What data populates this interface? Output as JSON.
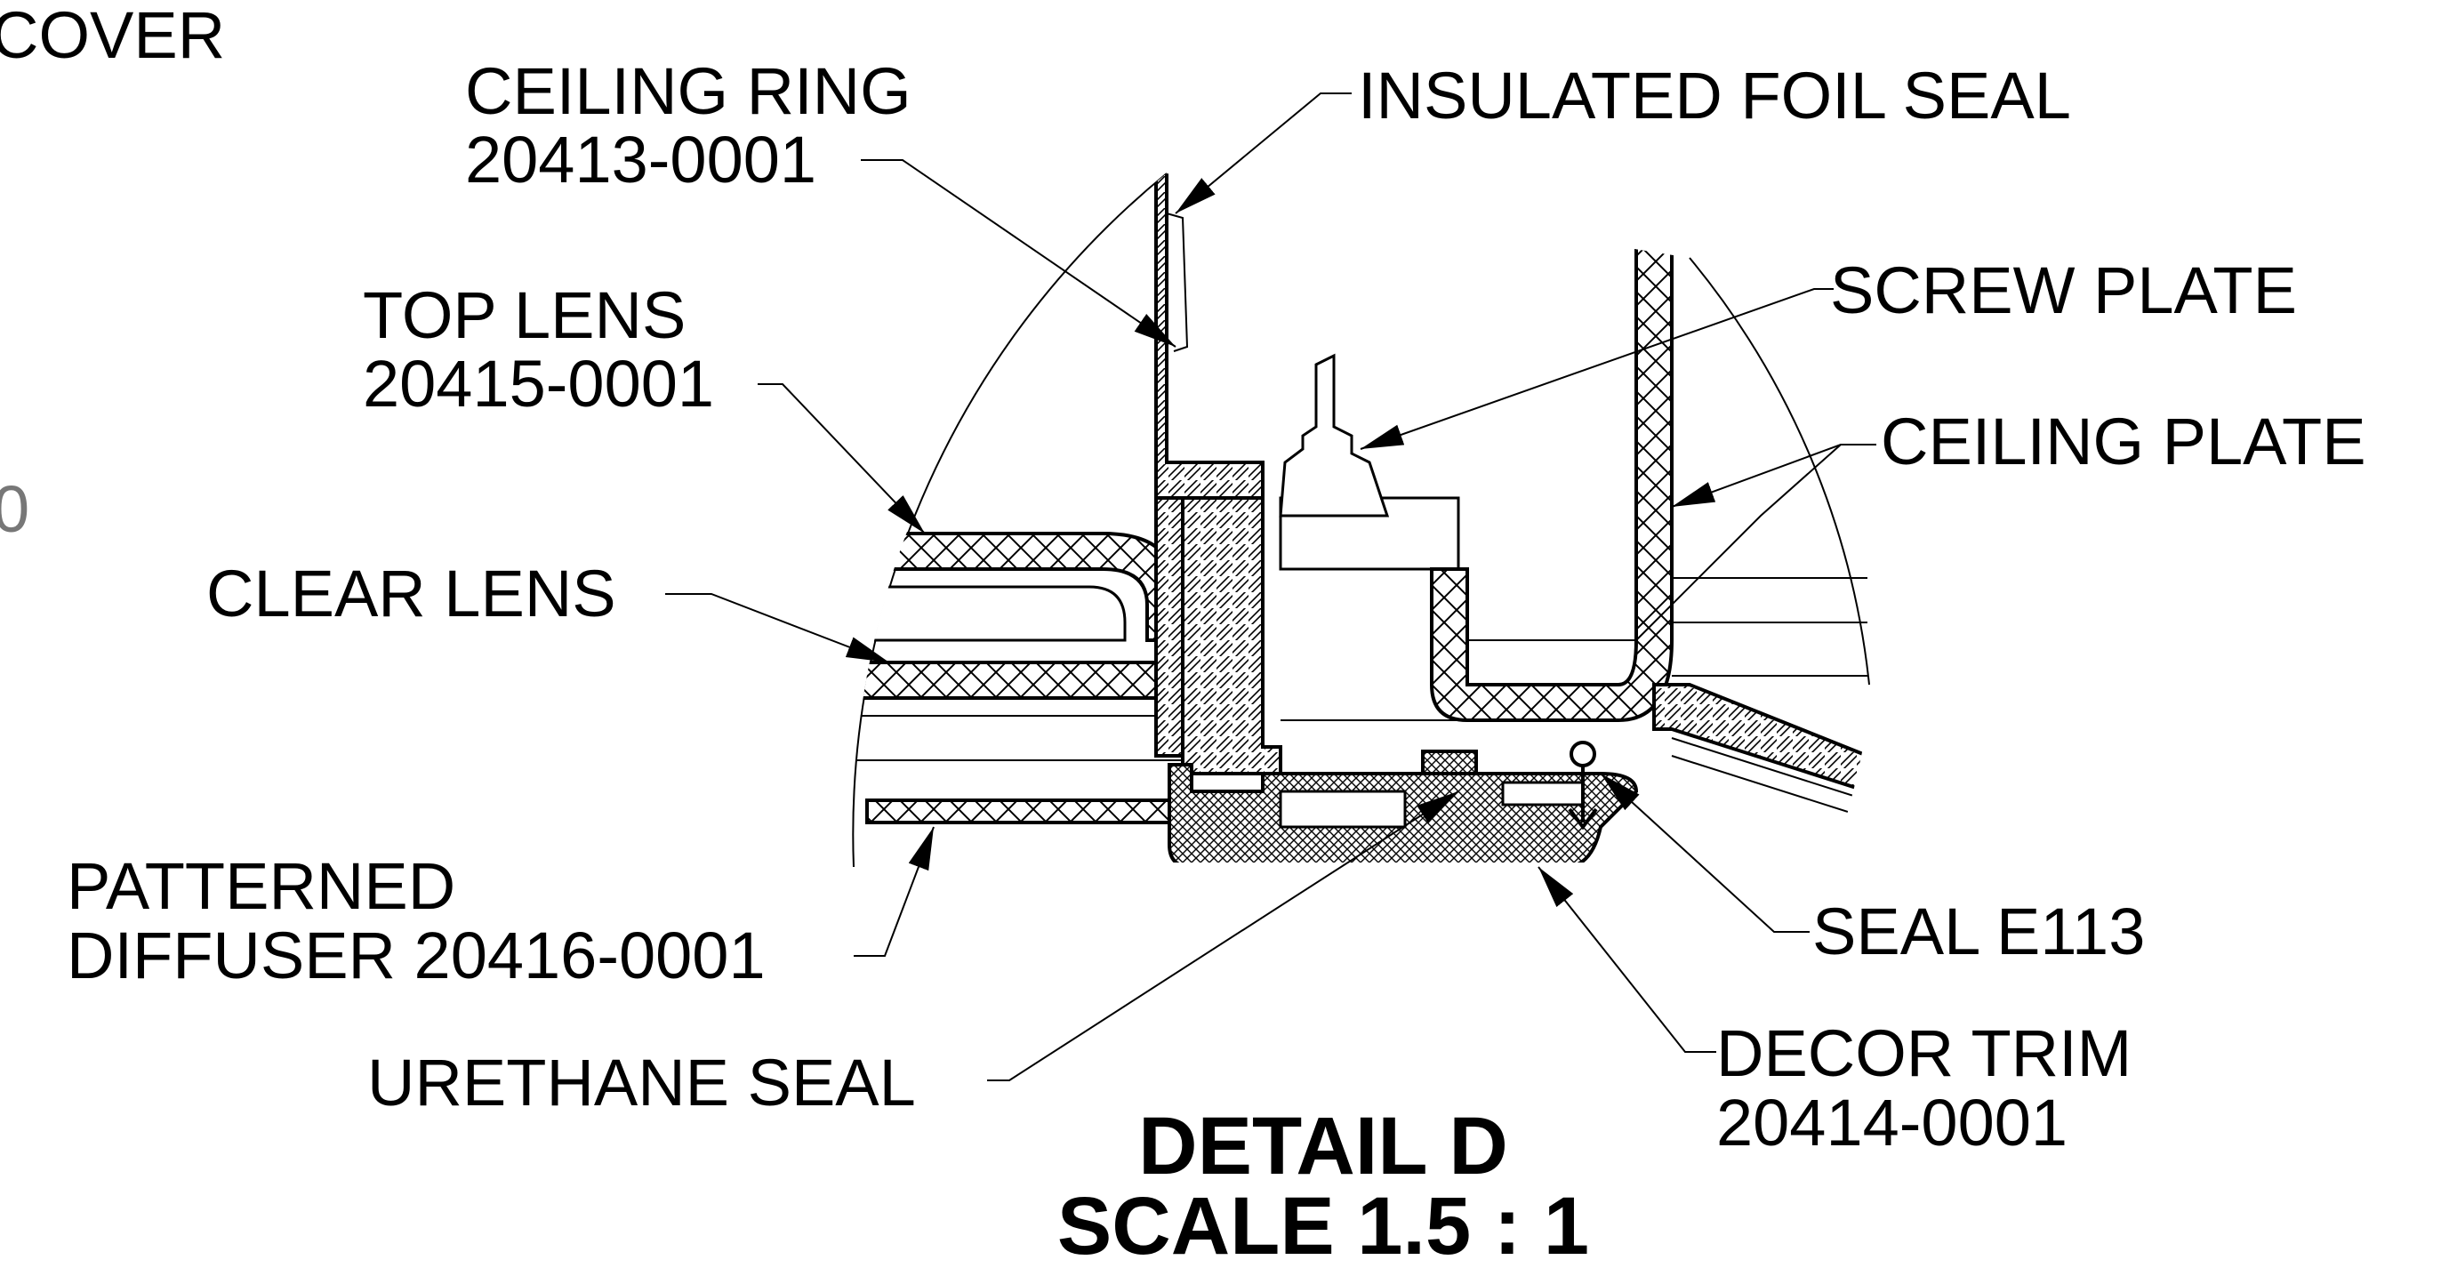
{
  "labels": {
    "cover_partial": "COVER",
    "zero_partial": "0",
    "ceiling_ring_name": "CEILING RING",
    "ceiling_ring_part": "20413-0001",
    "insulated_foil_seal": "INSULATED FOIL SEAL",
    "top_lens_name": "TOP LENS",
    "top_lens_part": "20415-0001",
    "screw_plate": "SCREW PLATE",
    "ceiling_plate": "CEILING PLATE",
    "clear_lens": "CLEAR LENS",
    "patterned_line1": "PATTERNED",
    "patterned_line2": "DIFFUSER 20416-0001",
    "seal_e113": "SEAL E113",
    "urethane_seal": "URETHANE SEAL",
    "decor_trim_name": "DECOR TRIM",
    "decor_trim_part": "20414-0001"
  },
  "title": {
    "line1": "DETAIL D",
    "line2": "SCALE 1.5 : 1"
  }
}
